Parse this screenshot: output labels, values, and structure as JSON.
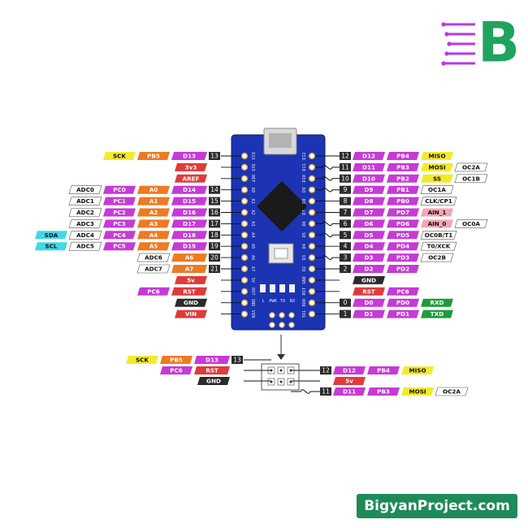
{
  "brand": {
    "text": "BigyanProject.com",
    "logo_letter": "B",
    "colors": {
      "logo": "#1fa35f",
      "circuit": "#b83ae6",
      "badge": "#1e8a5a"
    }
  },
  "colors": {
    "purple": "#c63ad6",
    "dark": "#2b2b2b",
    "red": "#e03a3a",
    "orange": "#ee7a22",
    "yellow": "#f3ea2e",
    "white": "#ffffff",
    "cyan": "#3ed9ea",
    "pink": "#f4a6b5",
    "green": "#1f9a3e",
    "board": "#1c34b3"
  },
  "board": {
    "left_silk": [
      "D13",
      "3V3",
      "REF",
      "A0",
      "A1",
      "A2",
      "A3",
      "A4",
      "A5",
      "A6",
      "A7",
      "5V",
      "RST",
      "GND",
      "VIN"
    ],
    "right_silk": [
      "D12",
      "D11",
      "D10",
      "D9",
      "D8",
      "D7",
      "D6",
      "D5",
      "D4",
      "D3",
      "D2",
      "GND",
      "RST",
      "RX0",
      "TX1"
    ],
    "led_labels": [
      "L",
      "PWR",
      "TX",
      "RX"
    ]
  },
  "left_rows": [
    {
      "num": "13",
      "labels": [
        {
          "t": "SCK",
          "c": "yellow"
        },
        {
          "t": "PB5",
          "c": "orange"
        },
        {
          "t": "D13",
          "c": "purple"
        }
      ]
    },
    {
      "num": "",
      "labels": [
        {
          "t": "3v3",
          "c": "red"
        }
      ]
    },
    {
      "num": "",
      "labels": [
        {
          "t": "AREF",
          "c": "red"
        }
      ]
    },
    {
      "num": "14",
      "labels": [
        {
          "t": "ADC0",
          "c": "white"
        },
        {
          "t": "PC0",
          "c": "purple"
        },
        {
          "t": "A0",
          "c": "orange"
        },
        {
          "t": "D14",
          "c": "purple"
        }
      ]
    },
    {
      "num": "15",
      "labels": [
        {
          "t": "ADC1",
          "c": "white"
        },
        {
          "t": "PC1",
          "c": "purple"
        },
        {
          "t": "A1",
          "c": "orange"
        },
        {
          "t": "D15",
          "c": "purple"
        }
      ]
    },
    {
      "num": "16",
      "labels": [
        {
          "t": "ADC2",
          "c": "white"
        },
        {
          "t": "PC2",
          "c": "purple"
        },
        {
          "t": "A2",
          "c": "orange"
        },
        {
          "t": "D16",
          "c": "purple"
        }
      ]
    },
    {
      "num": "17",
      "labels": [
        {
          "t": "ADC3",
          "c": "white"
        },
        {
          "t": "PC3",
          "c": "purple"
        },
        {
          "t": "A3",
          "c": "orange"
        },
        {
          "t": "D17",
          "c": "purple"
        }
      ]
    },
    {
      "num": "18",
      "labels": [
        {
          "t": "SDA",
          "c": "cyan"
        },
        {
          "t": "ADC4",
          "c": "white"
        },
        {
          "t": "PC4",
          "c": "purple"
        },
        {
          "t": "A4",
          "c": "orange"
        },
        {
          "t": "D18",
          "c": "purple"
        }
      ]
    },
    {
      "num": "19",
      "labels": [
        {
          "t": "SCL",
          "c": "cyan"
        },
        {
          "t": "ADC5",
          "c": "white"
        },
        {
          "t": "PC5",
          "c": "purple"
        },
        {
          "t": "A5",
          "c": "orange"
        },
        {
          "t": "D19",
          "c": "purple"
        }
      ]
    },
    {
      "num": "20",
      "labels": [
        {
          "t": "ADC6",
          "c": "white"
        },
        {
          "t": "A6",
          "c": "orange"
        }
      ]
    },
    {
      "num": "21",
      "labels": [
        {
          "t": "ADC7",
          "c": "white"
        },
        {
          "t": "A7",
          "c": "orange"
        }
      ]
    },
    {
      "num": "",
      "labels": [
        {
          "t": "5v",
          "c": "red"
        }
      ]
    },
    {
      "num": "",
      "labels": [
        {
          "t": "PC6",
          "c": "purple"
        },
        {
          "t": "RST",
          "c": "red"
        }
      ]
    },
    {
      "num": "",
      "labels": [
        {
          "t": "GND",
          "c": "dark"
        }
      ]
    },
    {
      "num": "",
      "labels": [
        {
          "t": "VIN",
          "c": "red"
        }
      ]
    }
  ],
  "right_rows": [
    {
      "num": "12",
      "pwm": false,
      "labels": [
        {
          "t": "D12",
          "c": "purple"
        },
        {
          "t": "PB4",
          "c": "purple"
        },
        {
          "t": "MISO",
          "c": "yellow"
        }
      ]
    },
    {
      "num": "11",
      "pwm": true,
      "labels": [
        {
          "t": "D11",
          "c": "purple"
        },
        {
          "t": "PB3",
          "c": "purple"
        },
        {
          "t": "MOSI",
          "c": "yellow"
        },
        {
          "t": "OC2A",
          "c": "white"
        }
      ]
    },
    {
      "num": "10",
      "pwm": true,
      "labels": [
        {
          "t": "D10",
          "c": "purple"
        },
        {
          "t": "PB2",
          "c": "purple"
        },
        {
          "t": "SS",
          "c": "yellow"
        },
        {
          "t": "OC1B",
          "c": "white"
        }
      ]
    },
    {
      "num": "9",
      "pwm": true,
      "labels": [
        {
          "t": "D9",
          "c": "purple"
        },
        {
          "t": "PB1",
          "c": "purple"
        },
        {
          "t": "OC1A",
          "c": "white"
        }
      ]
    },
    {
      "num": "8",
      "pwm": false,
      "labels": [
        {
          "t": "D8",
          "c": "purple"
        },
        {
          "t": "PB0",
          "c": "purple"
        },
        {
          "t": "CLK/CP1",
          "c": "white"
        }
      ]
    },
    {
      "num": "7",
      "pwm": false,
      "labels": [
        {
          "t": "D7",
          "c": "purple"
        },
        {
          "t": "PD7",
          "c": "purple"
        },
        {
          "t": "AIN_1",
          "c": "pink"
        }
      ]
    },
    {
      "num": "6",
      "pwm": true,
      "labels": [
        {
          "t": "D6",
          "c": "purple"
        },
        {
          "t": "PD6",
          "c": "purple"
        },
        {
          "t": "AIN_0",
          "c": "pink"
        },
        {
          "t": "OC0A",
          "c": "white"
        }
      ]
    },
    {
      "num": "5",
      "pwm": true,
      "labels": [
        {
          "t": "D5",
          "c": "purple"
        },
        {
          "t": "PD5",
          "c": "purple"
        },
        {
          "t": "OC0B/T1",
          "c": "white"
        }
      ]
    },
    {
      "num": "4",
      "pwm": false,
      "labels": [
        {
          "t": "D4",
          "c": "purple"
        },
        {
          "t": "PD4",
          "c": "purple"
        },
        {
          "t": "T0/XCK",
          "c": "white"
        }
      ]
    },
    {
      "num": "3",
      "pwm": true,
      "labels": [
        {
          "t": "D3",
          "c": "purple"
        },
        {
          "t": "PD3",
          "c": "purple"
        },
        {
          "t": "OC2B",
          "c": "white"
        }
      ]
    },
    {
      "num": "2",
      "pwm": false,
      "labels": [
        {
          "t": "D2",
          "c": "purple"
        },
        {
          "t": "PD2",
          "c": "purple"
        }
      ]
    },
    {
      "num": "",
      "pwm": false,
      "labels": [
        {
          "t": "GND",
          "c": "dark"
        }
      ]
    },
    {
      "num": "",
      "pwm": false,
      "labels": [
        {
          "t": "RST",
          "c": "red"
        },
        {
          "t": "PC6",
          "c": "purple"
        }
      ]
    },
    {
      "num": "0",
      "pwm": false,
      "labels": [
        {
          "t": "D0",
          "c": "purple"
        },
        {
          "t": "PD0",
          "c": "purple"
        },
        {
          "t": "RXD",
          "c": "green"
        }
      ]
    },
    {
      "num": "1",
      "pwm": false,
      "labels": [
        {
          "t": "D1",
          "c": "purple"
        },
        {
          "t": "PD1",
          "c": "purple"
        },
        {
          "t": "TXD",
          "c": "green"
        }
      ]
    }
  ],
  "icsp": {
    "left_rows": [
      {
        "num": "13",
        "labels": [
          {
            "t": "SCK",
            "c": "yellow"
          },
          {
            "t": "PB5",
            "c": "orange"
          },
          {
            "t": "D13",
            "c": "purple"
          }
        ]
      },
      {
        "num": "",
        "labels": [
          {
            "t": "PC6",
            "c": "purple"
          },
          {
            "t": "RST",
            "c": "red"
          }
        ]
      },
      {
        "num": "",
        "labels": [
          {
            "t": "GND",
            "c": "dark"
          }
        ]
      }
    ],
    "right_rows": [
      {
        "num": "12",
        "pwm": false,
        "labels": [
          {
            "t": "D12",
            "c": "purple"
          },
          {
            "t": "PB4",
            "c": "purple"
          },
          {
            "t": "MISO",
            "c": "yellow"
          }
        ]
      },
      {
        "num": "",
        "pwm": false,
        "labels": [
          {
            "t": "5v",
            "c": "red"
          }
        ]
      },
      {
        "num": "11",
        "pwm": true,
        "labels": [
          {
            "t": "D11",
            "c": "purple"
          },
          {
            "t": "PB3",
            "c": "purple"
          },
          {
            "t": "MOSI",
            "c": "yellow"
          },
          {
            "t": "OC2A",
            "c": "white"
          }
        ]
      }
    ]
  }
}
